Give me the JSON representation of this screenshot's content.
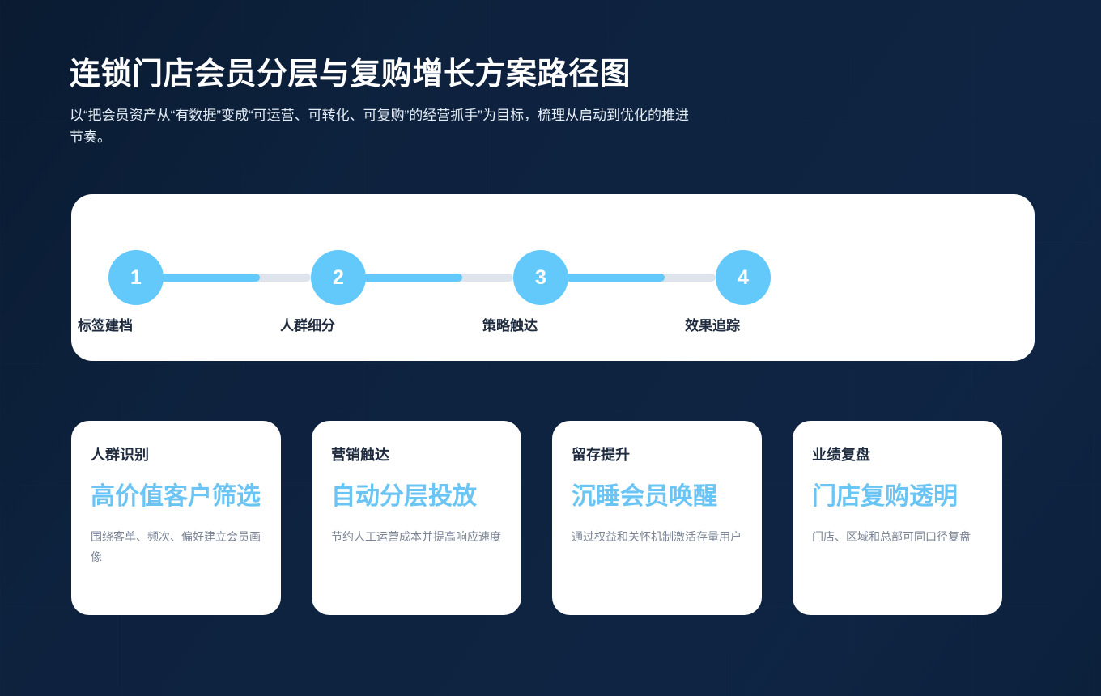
{
  "theme": {
    "accent_blue": "#63c8fa",
    "headline_blue": "#6ac5f5",
    "track_gray": "#dfe4ec",
    "ink": "#1f2b3e",
    "muted": "#7b8596",
    "panel": "#ffffff",
    "bg_dark": "#0d2240",
    "bg_glow": "#2d5c8b"
  },
  "header": {
    "title": "连锁门店会员分层与复购增长方案路径图",
    "subtitle": "以“把会员资产从“有数据”变成“可运营、可转化、可复购”的经营抓手”为目标，梳理从启动到优化的推进节奏。"
  },
  "stepper": {
    "steps": [
      {
        "number": "1",
        "label": "标签建档",
        "progress_pct": 66
      },
      {
        "number": "2",
        "label": "人群细分",
        "progress_pct": 66
      },
      {
        "number": "3",
        "label": "策略触达",
        "progress_pct": 66
      },
      {
        "number": "4",
        "label": "效果追踪",
        "progress_pct": 0
      }
    ]
  },
  "cards": [
    {
      "kicker": "人群识别",
      "headline": "高价值客户筛选",
      "desc": "围绕客单、频次、偏好建立会员画像"
    },
    {
      "kicker": "营销触达",
      "headline": "自动分层投放",
      "desc": "节约人工运营成本并提高响应速度"
    },
    {
      "kicker": "留存提升",
      "headline": "沉睡会员唤醒",
      "desc": "通过权益和关怀机制激活存量用户"
    },
    {
      "kicker": "业绩复盘",
      "headline": "门店复购透明",
      "desc": "门店、区域和总部可同口径复盘"
    }
  ]
}
